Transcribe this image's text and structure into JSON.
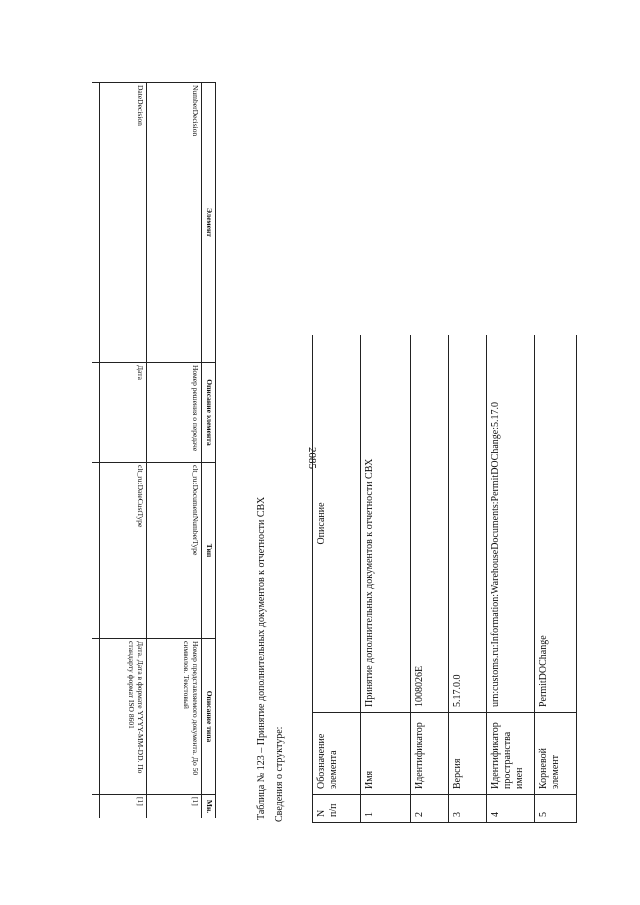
{
  "page": {
    "number": "2085"
  },
  "upper_table": {
    "headers": [
      "Элемент",
      "Описание элемента",
      "Тип",
      "Описание типа",
      "Мн."
    ],
    "rows": [
      {
        "element": "NumberDecision",
        "description": "Номер решения о передаче",
        "type": "clt_ru:DocumentNumberType",
        "type_description": "Номер представляемого документа. До 50 символов. Текстовый",
        "multiplicity": "[1]"
      },
      {
        "element": "DateDecision",
        "description": "Дата",
        "type": "clt_ru:DateCustType",
        "type_description": "Дата. Дата в формате YYYY-MM-DD. По стандарту формат ISO 8601",
        "multiplicity": "[1]"
      }
    ]
  },
  "caption": "Таблица № 123 – Принятие дополнительных документов к отчетности СВХ",
  "subcaption": "Сведения о структуре:",
  "lower_table": {
    "headers": [
      "N п/п",
      "Обозначение элемента",
      "Описание"
    ],
    "rows": [
      {
        "n": "1",
        "designation": "Имя",
        "description": "Принятие дополнительных документов к отчетности СВХ"
      },
      {
        "n": "2",
        "designation": "Идентификатор",
        "description": "1008026E"
      },
      {
        "n": "3",
        "designation": "Версия",
        "description": "5.17.0.0"
      },
      {
        "n": "4",
        "designation": "Идентификатор пространства имен",
        "description": "urn:customs.ru:Information:WarehouseDocuments:PermitDOChange:5.17.0"
      },
      {
        "n": "5",
        "designation": "Корневой элемент",
        "description": "PermitDOChange"
      }
    ]
  }
}
